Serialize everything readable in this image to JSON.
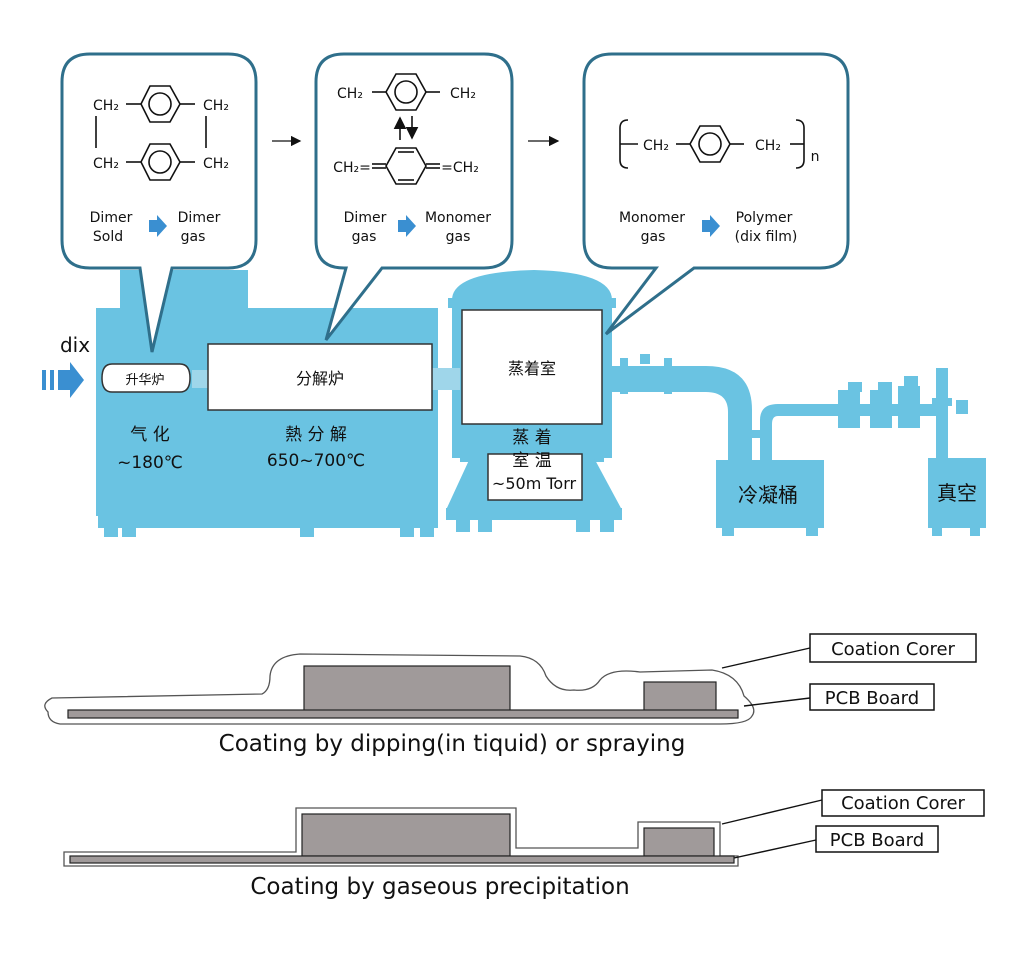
{
  "bubbles": {
    "sublimation": {
      "formula": {
        "ch2_tl": "CH₂",
        "ch2_tr": "CH₂",
        "ch2_bl": "CH₂",
        "ch2_br": "CH₂"
      },
      "from_l1": "Dimer",
      "from_l2": "Sold",
      "to_l1": "Dimer",
      "to_l2": "gas"
    },
    "pyrolysis": {
      "formula": {
        "ch2_tl": "CH₂",
        "ch2_tr": "CH₂",
        "ch2_bl": "CH₂=",
        "ch2_br": "=CH₂"
      },
      "from_l1": "Dimer",
      "from_l2": "gas",
      "to_l1": "Monomer",
      "to_l2": "gas"
    },
    "deposition": {
      "formula": {
        "ch2_l": "CH₂",
        "ch2_r": "CH₂",
        "subscript": "n"
      },
      "from_l1": "Monomer",
      "from_l2": "gas",
      "to_l1": "Polymer",
      "to_l2": "(dix film)"
    }
  },
  "machine": {
    "input_label": "dix",
    "sublimation_furnace": "升华炉",
    "pyrolysis_furnace": "分解炉",
    "deposition_chamber": "蒸着室",
    "cold_trap": "冷凝桶",
    "vacuum": "真空",
    "vaporization_label": "气 化",
    "vaporization_temp": "~180℃",
    "pyrolysis_label": "熱 分 解",
    "pyrolysis_temp": "650~700℃",
    "chamber_label_1": "蒸 着",
    "chamber_label_2": "室 温",
    "chamber_pressure": "~50m  Torr"
  },
  "coating_diagrams": {
    "dipping": {
      "coating_label": "Coation Corer",
      "board_label": "PCB Board",
      "caption": "Coating by dipping(in tiquid) or spraying"
    },
    "gaseous": {
      "coating_label": "Coation Corer",
      "board_label": "PCB Board",
      "caption": "Coating by gaseous precipitation"
    }
  },
  "colors": {
    "machine_blue": "#6ac3e2",
    "accent_blue": "#3a8fd1",
    "pcb_gray": "#a09a9a",
    "bubble_border": "#2f6f8b"
  }
}
